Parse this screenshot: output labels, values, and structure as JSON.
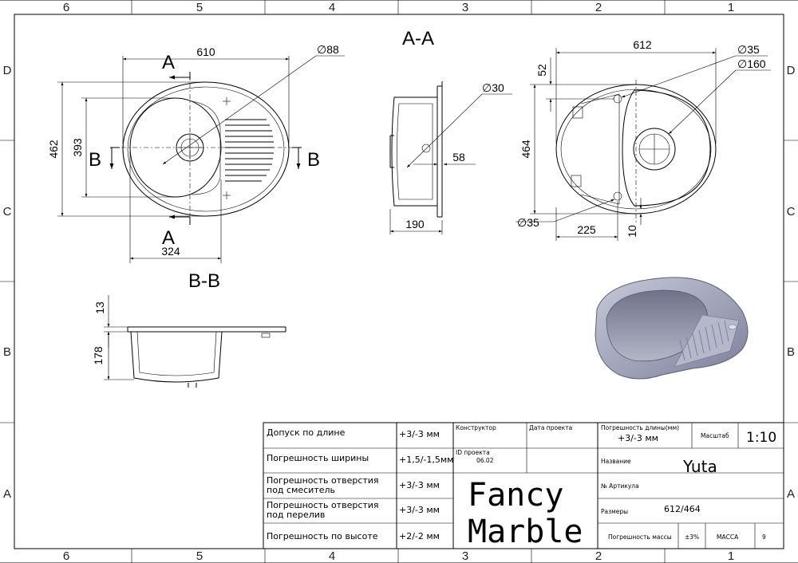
{
  "frame": {
    "columns": [
      "6",
      "5",
      "4",
      "3",
      "2",
      "1"
    ],
    "rows": [
      "D",
      "C",
      "B",
      "A"
    ]
  },
  "sections": {
    "aa": "A-A",
    "bb": "B-B",
    "cut_a": "A",
    "cut_b": "B"
  },
  "dimensions": {
    "top_width": "610",
    "top_height": "462",
    "top_inner_height": "393",
    "top_bowl_width": "324",
    "top_drain_dia": "∅88",
    "aa_overflow_dia": "∅30",
    "aa_depth": "190",
    "aa_offset": "58",
    "bottom_width": "612",
    "bottom_height": "464",
    "bottom_top_offset": "52",
    "bottom_hole1": "∅35",
    "bottom_hole2": "∅160",
    "bottom_hole3": "∅35",
    "bottom_offset": "225",
    "bottom_edge": "10",
    "bb_rim": "13",
    "bb_height": "178"
  },
  "title_block": {
    "rows": [
      {
        "label": "Допуск по длине",
        "value": "+3/-3 мм"
      },
      {
        "label": "Погрешность ширины",
        "value": "+1,5/-1,5мм"
      },
      {
        "label": "Погрешность отверстия\nпод смеситель",
        "value": "+3/-3 мм"
      },
      {
        "label": "Погрешность отверстия\nпод перелив",
        "value": "+3/-3 мм"
      },
      {
        "label": "Погрешность по высоте",
        "value": "+2/-2 мм"
      }
    ],
    "designer_label": "Конструктор",
    "date_label": "Дата проекта",
    "project_id_label": "ID проекта",
    "project_id_value": "06.02",
    "brand_line1": "Fancy",
    "brand_line2": "Marble",
    "length_tol_label": "Погрешность длины(мм)",
    "length_tol_value": "+3/-3 мм",
    "scale_label": "Масштаб",
    "scale_value": "1:10",
    "name_label": "Название",
    "name_value": "Yuta",
    "article_label": "№ Артикула",
    "size_label": "Размеры",
    "size_value": "612/464",
    "mass_tol_label": "Погрешность массы",
    "mass_tol_value": "±3%",
    "mass_label": "МАССА",
    "mass_value": "9"
  }
}
